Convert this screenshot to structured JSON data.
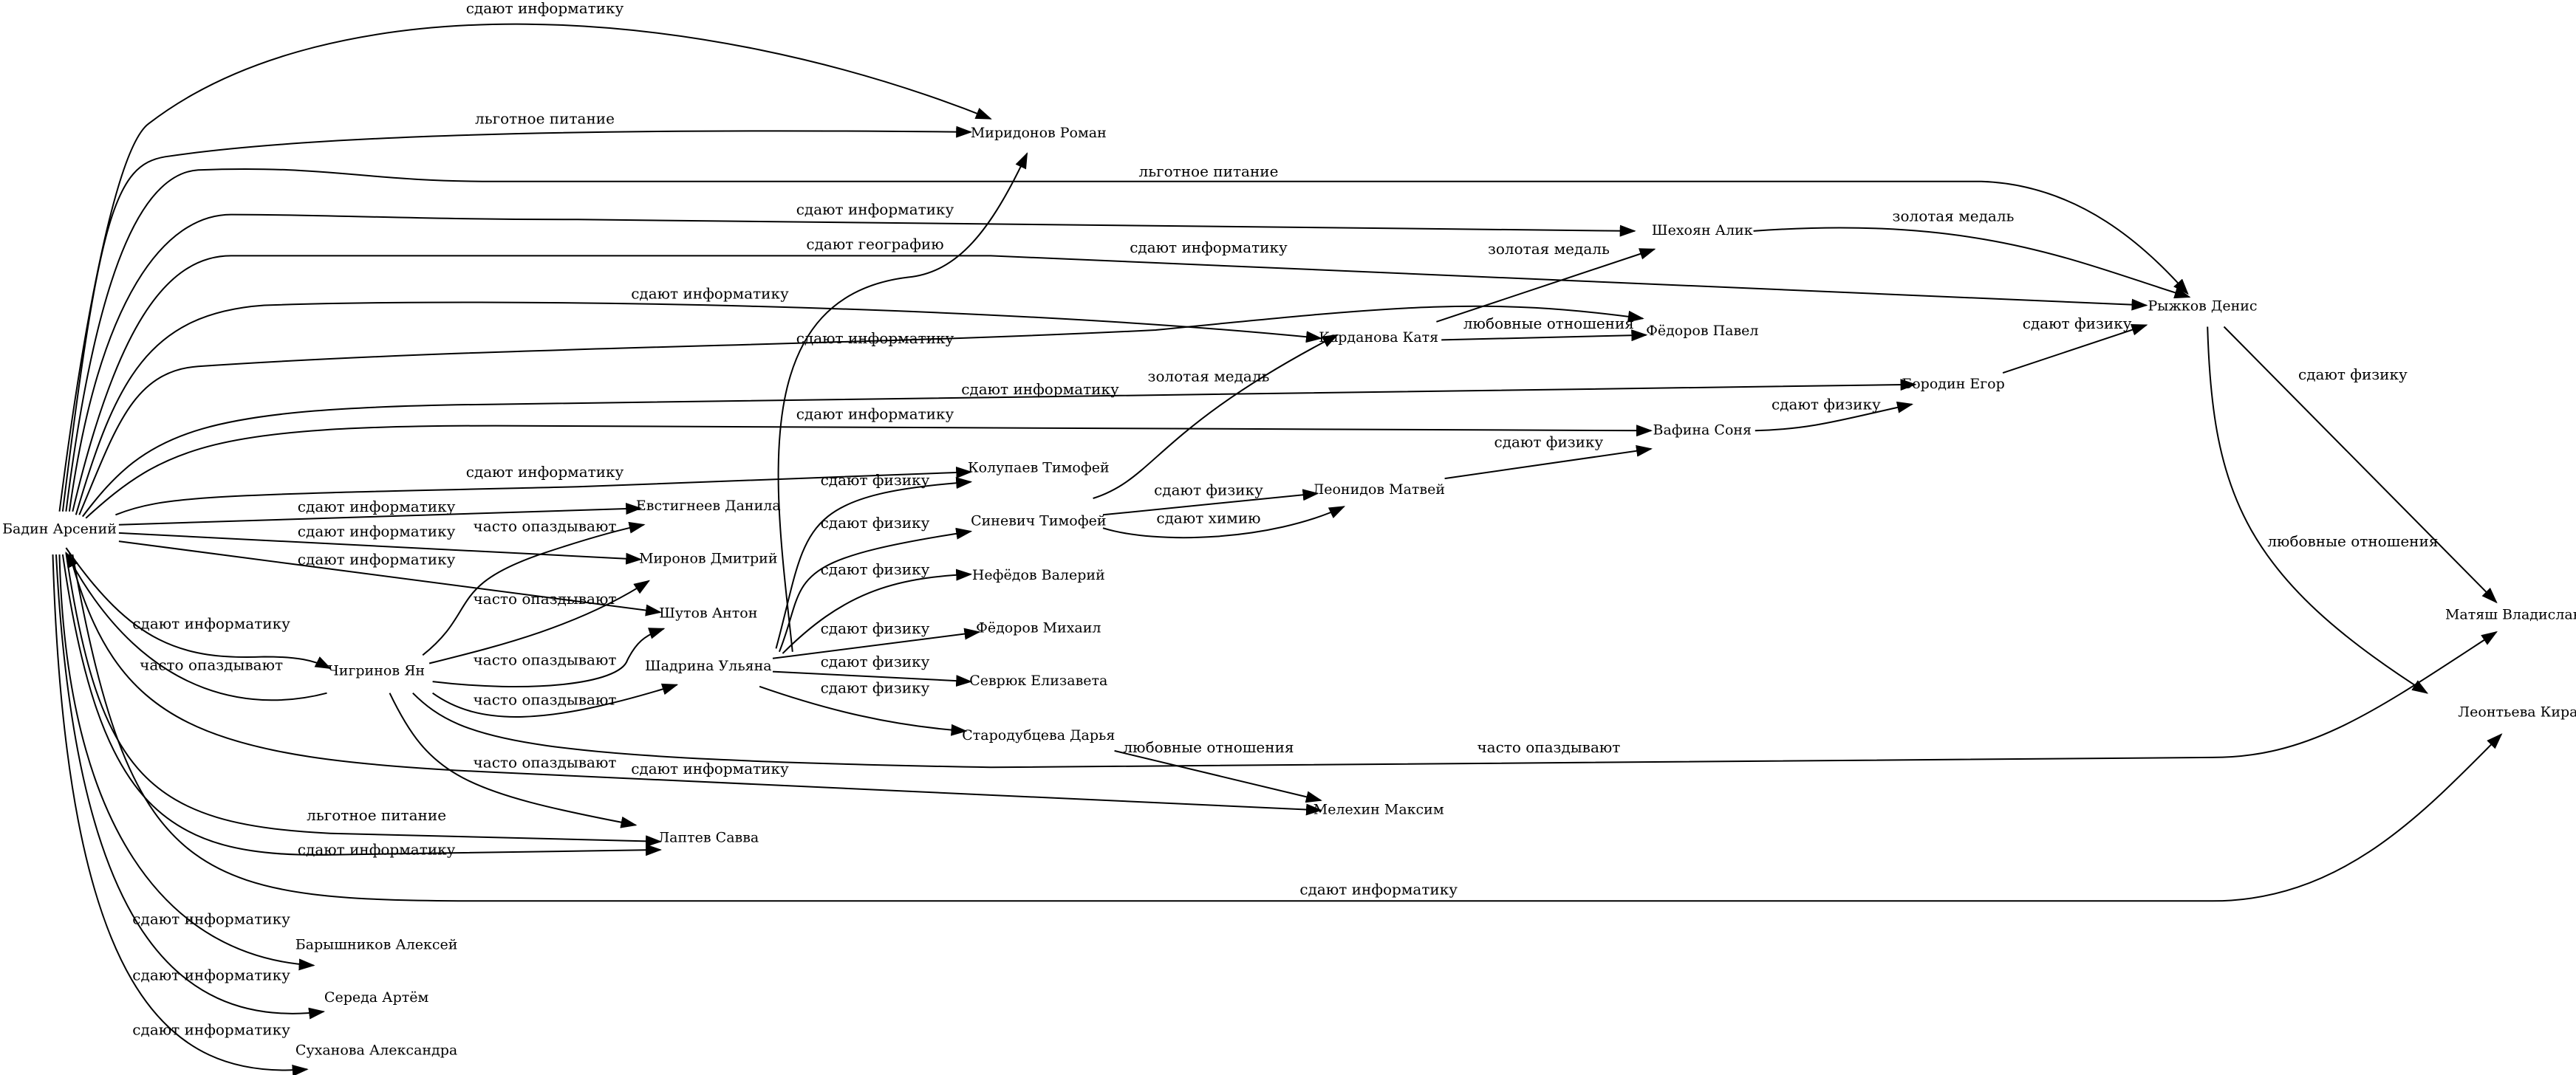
{
  "diagram": {
    "type": "directed-graph",
    "nodes": [
      {
        "id": "badin",
        "label": "Бадин Арсений"
      },
      {
        "id": "miridonov",
        "label": "Миридонов Роман"
      },
      {
        "id": "shekhoyan",
        "label": "Шехоян Алик"
      },
      {
        "id": "ryzhkov",
        "label": "Рыжков Денис"
      },
      {
        "id": "fedorov_p",
        "label": "Фёдоров Павел"
      },
      {
        "id": "kardanova",
        "label": "Карданова Катя"
      },
      {
        "id": "borodin",
        "label": "Бородин Егор"
      },
      {
        "id": "vafina",
        "label": "Вафина Соня"
      },
      {
        "id": "kolupaev",
        "label": "Колупаев Тимофей"
      },
      {
        "id": "leonidov",
        "label": "Леонидов Матвей"
      },
      {
        "id": "evstigneev",
        "label": "Евстигнеев Данила"
      },
      {
        "id": "sinevich",
        "label": "Синевич Тимофей"
      },
      {
        "id": "mironov",
        "label": "Миронов Дмитрий"
      },
      {
        "id": "nefedov",
        "label": "Нефёдов Валерий"
      },
      {
        "id": "shutov",
        "label": "Шутов Антон"
      },
      {
        "id": "matyash",
        "label": "Матяш Владислав"
      },
      {
        "id": "fedorov_m",
        "label": "Фёдоров Михаил"
      },
      {
        "id": "chigrinov",
        "label": "Чигринов Ян"
      },
      {
        "id": "shadrina",
        "label": "Шадрина Ульяна"
      },
      {
        "id": "sevryuk",
        "label": "Севрюк Елизавета"
      },
      {
        "id": "leontieva",
        "label": "Леонтьева Кира"
      },
      {
        "id": "starodubtseva",
        "label": "Стародубцева Дарья"
      },
      {
        "id": "melekhin",
        "label": "Мелехин Максим"
      },
      {
        "id": "laptev",
        "label": "Лаптев Савва"
      },
      {
        "id": "baryshnikov",
        "label": "Барышников Алексей"
      },
      {
        "id": "sereda",
        "label": "Середа Артём"
      },
      {
        "id": "sukhanova",
        "label": "Суханова Александра"
      }
    ],
    "edges": [
      {
        "from": "badin",
        "to": "miridonov",
        "label": "сдают информатику"
      },
      {
        "from": "badin",
        "to": "miridonov",
        "label": "льготное питание"
      },
      {
        "from": "badin",
        "to": "ryzhkov",
        "label": "льготное питание"
      },
      {
        "from": "badin",
        "to": "shekhoyan",
        "label": "сдают информатику"
      },
      {
        "from": "badin",
        "to": "ryzhkov",
        "label": "сдают информатику"
      },
      {
        "from": "badin",
        "to": "kardanova",
        "label": "сдают информатику"
      },
      {
        "from": "badin",
        "to": "fedorov_p",
        "label": "сдают информатику"
      },
      {
        "from": "badin",
        "to": "borodin",
        "label": "сдают информатику"
      },
      {
        "from": "badin",
        "to": "vafina",
        "label": "сдают информатику"
      },
      {
        "from": "badin",
        "to": "kolupaev",
        "label": "сдают информатику"
      },
      {
        "from": "badin",
        "to": "evstigneev",
        "label": "сдают информатику"
      },
      {
        "from": "badin",
        "to": "mironov",
        "label": "сдают информатику"
      },
      {
        "from": "badin",
        "to": "shutov",
        "label": "сдают информатику"
      },
      {
        "from": "badin",
        "to": "chigrinov",
        "label": "сдают информатику"
      },
      {
        "from": "chigrinov",
        "to": "badin",
        "label": "часто опаздывают"
      },
      {
        "from": "badin",
        "to": "melekhin",
        "label": "сдают информатику"
      },
      {
        "from": "badin",
        "to": "laptev",
        "label": "льготное питание"
      },
      {
        "from": "badin",
        "to": "laptev",
        "label": "сдают информатику"
      },
      {
        "from": "badin",
        "to": "leontieva",
        "label": "сдают информатику"
      },
      {
        "from": "badin",
        "to": "baryshnikov",
        "label": "сдают информатику"
      },
      {
        "from": "badin",
        "to": "sereda",
        "label": "сдают информатику"
      },
      {
        "from": "badin",
        "to": "sukhanova",
        "label": "сдают информатику"
      },
      {
        "from": "chigrinov",
        "to": "evstigneev",
        "label": "часто опаздывают"
      },
      {
        "from": "chigrinov",
        "to": "mironov",
        "label": "часто опаздывают"
      },
      {
        "from": "chigrinov",
        "to": "shutov",
        "label": "часто опаздывают"
      },
      {
        "from": "chigrinov",
        "to": "shadrina",
        "label": "часто опаздывают"
      },
      {
        "from": "chigrinov",
        "to": "laptev",
        "label": "часто опаздывают"
      },
      {
        "from": "chigrinov",
        "to": "matyash",
        "label": "часто опаздывают"
      },
      {
        "from": "shadrina",
        "to": "miridonov",
        "label": "сдают географию"
      },
      {
        "from": "shadrina",
        "to": "kolupaev",
        "label": "сдают физику"
      },
      {
        "from": "shadrina",
        "to": "sinevich",
        "label": "сдают физику"
      },
      {
        "from": "shadrina",
        "to": "nefedov",
        "label": "сдают физику"
      },
      {
        "from": "shadrina",
        "to": "fedorov_m",
        "label": "сдают физику"
      },
      {
        "from": "shadrina",
        "to": "sevryuk",
        "label": "сдают физику"
      },
      {
        "from": "shadrina",
        "to": "starodubtseva",
        "label": "сдают физику"
      },
      {
        "from": "starodubtseva",
        "to": "melekhin",
        "label": "любовные отношения"
      },
      {
        "from": "sinevich",
        "to": "kardanova",
        "label": "золотая медаль"
      },
      {
        "from": "sinevich",
        "to": "leonidov",
        "label": "сдают физику"
      },
      {
        "from": "sinevich",
        "to": "leonidov",
        "label": "сдают химию"
      },
      {
        "from": "leonidov",
        "to": "vafina",
        "label": "сдают физику"
      },
      {
        "from": "kardanova",
        "to": "shekhoyan",
        "label": "золотая медаль"
      },
      {
        "from": "kardanova",
        "to": "fedorov_p",
        "label": "любовные отношения"
      },
      {
        "from": "shekhoyan",
        "to": "ryzhkov",
        "label": "золотая медаль"
      },
      {
        "from": "vafina",
        "to": "borodin",
        "label": "сдают физику"
      },
      {
        "from": "borodin",
        "to": "ryzhkov",
        "label": "сдают физику"
      },
      {
        "from": "ryzhkov",
        "to": "matyash",
        "label": "сдают физику"
      },
      {
        "from": "ryzhkov",
        "to": "leontieva",
        "label": "любовные отношения"
      }
    ]
  }
}
